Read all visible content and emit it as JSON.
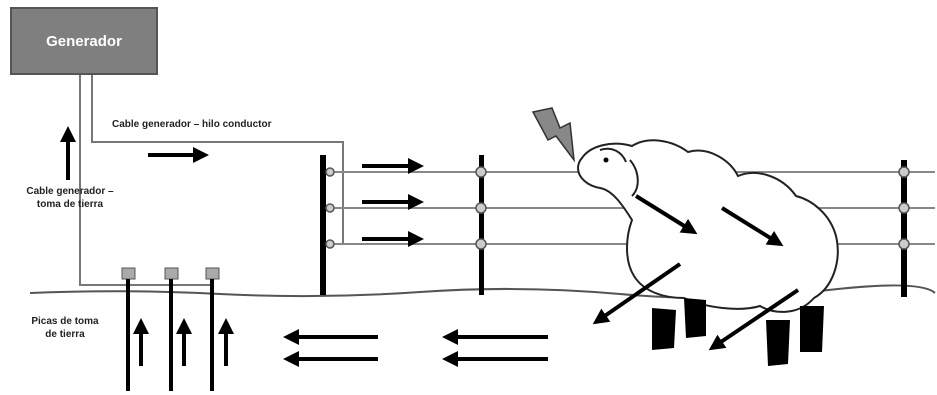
{
  "generator": {
    "label": "Generador"
  },
  "labels": {
    "cable_hilo": "Cable generador – hilo conductor",
    "cable_tierra_line1": "Cable generador –",
    "cable_tierra_line2": "toma de tierra",
    "picas_line1": "Picas de toma",
    "picas_line2": "de tierra"
  },
  "icons": {
    "shock": "lightning-bolt-icon",
    "animal": "sheep"
  },
  "colors": {
    "generator_fill": "#7f7f7f",
    "ink": "#000000",
    "wire": "#555555"
  }
}
